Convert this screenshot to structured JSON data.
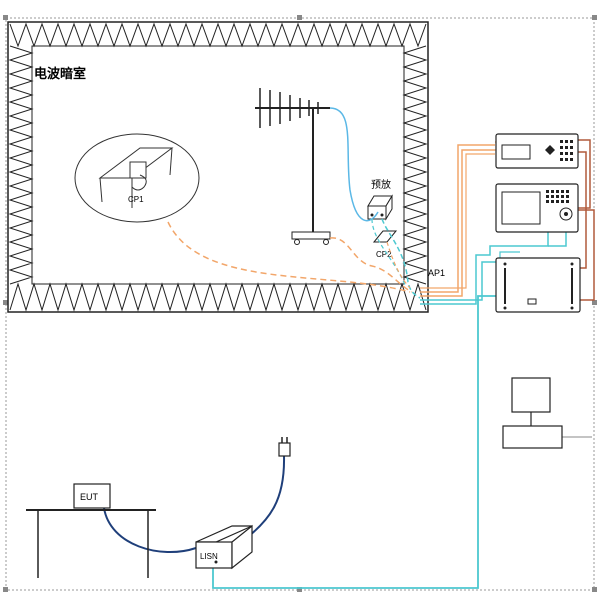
{
  "diagram": {
    "chamber_label": "电波暗室",
    "preamp_label": "预放",
    "cp1_label": "CP1",
    "cp2_label": "CP2",
    "ap1_label": "AP1",
    "eut_label": "EUT",
    "lisn_label": "LISN"
  },
  "colors": {
    "cable_blue": "#5bb8e6",
    "cable_orange": "#f2a66a",
    "cable_cyan": "#4cc8d0",
    "cable_navy": "#1f3f7a",
    "cable_brown": "#b05a3c",
    "absorber": "#222222",
    "frame": "#999999"
  }
}
